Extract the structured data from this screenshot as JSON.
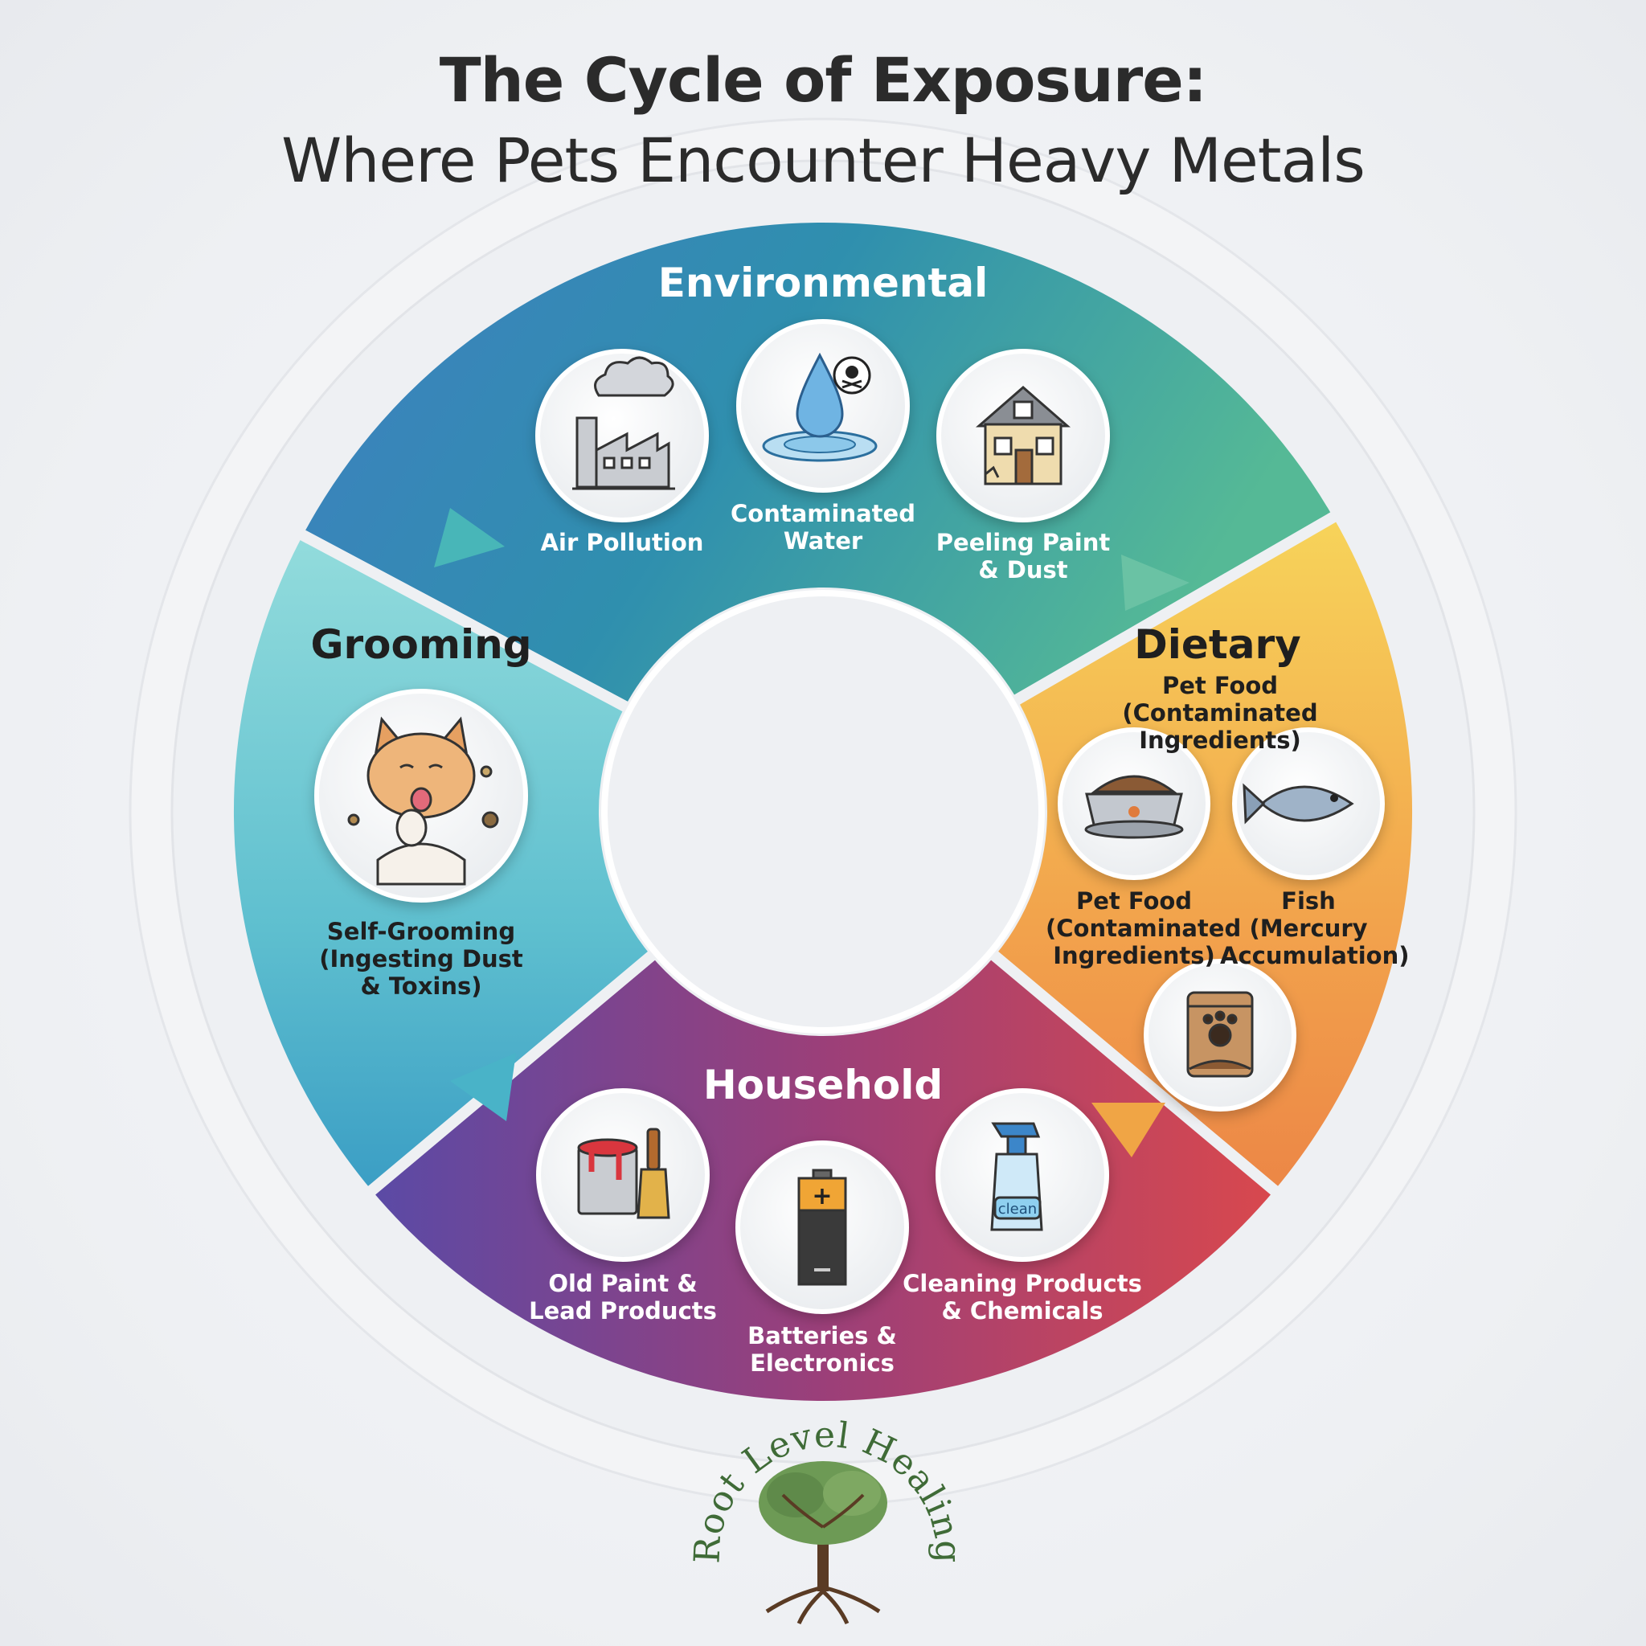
{
  "title": {
    "line1": "The Cycle of Exposure:",
    "line2": "Where Pets Encounter Heavy Metals"
  },
  "sections": {
    "environmental": {
      "title": "Environmental",
      "items": [
        "Air Pollution",
        "Contaminated\nWater",
        "Peeling Paint\n& Dust"
      ]
    },
    "dietary": {
      "title": "Dietary",
      "subtitle": "Pet Food\n(Contaminated Ingredients)",
      "items": [
        "Pet Food\n(Contaminated\nIngredients)",
        "Fish (Mercury\nAccumulation)"
      ]
    },
    "household": {
      "title": "Household",
      "items": [
        "Old Paint &\nLead Products",
        "Batteries &\nElectronics",
        "Cleaning Products\n& Chemicals"
      ]
    },
    "grooming": {
      "title": "Grooming",
      "items": [
        "Self-Grooming\n(Ingesting Dust\n& Toxins)"
      ]
    }
  },
  "icons": {
    "air_pollution": "factory-smoke-icon",
    "contaminated_water": "poison-water-drop-icon",
    "peeling_paint": "damaged-house-icon",
    "pet_food_bowl": "pet-food-bowl-icon",
    "fish": "fish-icon",
    "pet_food_bag": "pet-food-bag-icon",
    "old_paint": "paint-can-brush-icon",
    "batteries": "battery-icon",
    "cleaning": "spray-bottle-icon",
    "grooming": "cat-licking-paw-icon"
  },
  "spray_label": "clean",
  "logo": {
    "text": "Root Level Healing"
  },
  "colors": {
    "environmental": [
      "#3f7fc1",
      "#2f8bb0",
      "#4fb79a"
    ],
    "dietary": [
      "#f6d15a",
      "#f2a64a",
      "#ec8a45"
    ],
    "household": [
      "#5b4aa8",
      "#9a3f7a",
      "#d5474f"
    ],
    "grooming": [
      "#8fdadb",
      "#56b9cd",
      "#3a9fc4"
    ],
    "title_text": "#2b2b2b",
    "logo_green": "#3f6b37"
  }
}
